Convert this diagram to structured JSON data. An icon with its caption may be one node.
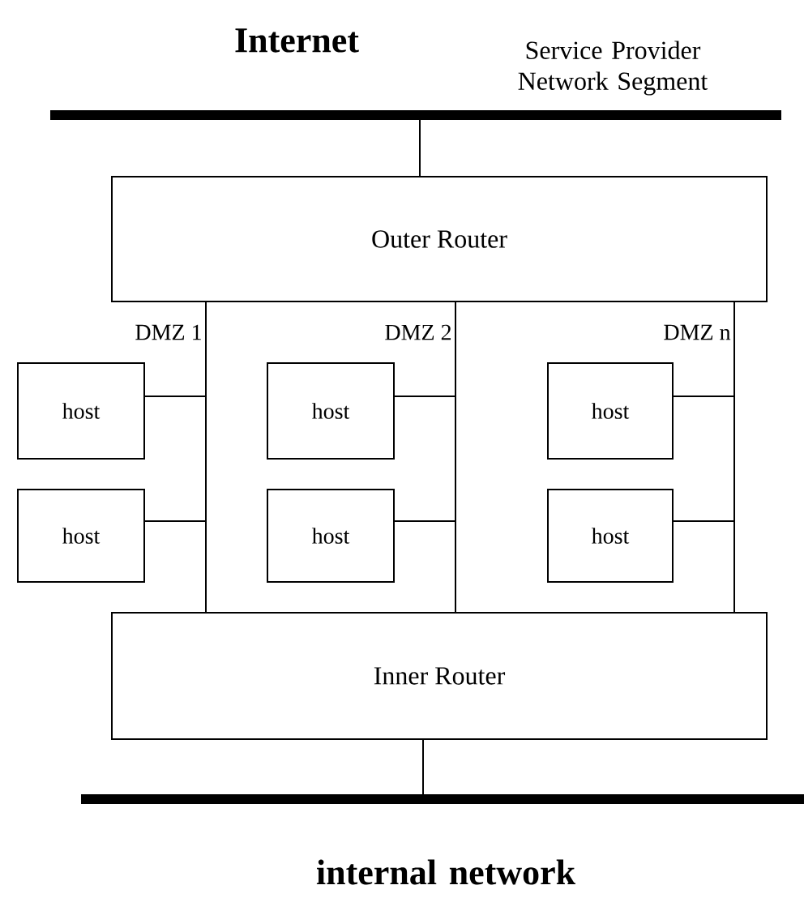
{
  "diagram": {
    "nodes": [
      {
        "text": [],
        "shape": "bar"
      },
      {
        "text": [
          "Outer Router"
        ]
      },
      {
        "text": [
          "host"
        ]
      },
      {
        "text": [
          "host"
        ]
      },
      {
        "text": [
          "host"
        ]
      },
      {
        "text": [
          "host"
        ]
      },
      {
        "text": [
          "host"
        ]
      },
      {
        "text": [
          "host"
        ]
      },
      {
        "text": [
          "Inner Router"
        ]
      },
      {
        "text": [],
        "shape": "bar"
      }
    ],
    "edges": [
      {
        "from": 0,
        "to": 1,
        "arrow": "none"
      },
      {
        "from": 1,
        "to": 8,
        "arrow": "none",
        "label": "DMZ 1"
      },
      {
        "from": 1,
        "to": 8,
        "arrow": "none",
        "label": "DMZ 2"
      },
      {
        "from": 1,
        "to": 8,
        "arrow": "none",
        "label": "DMZ n"
      },
      {
        "from": 2,
        "to": 1,
        "arrow": "none"
      },
      {
        "from": 3,
        "to": 1,
        "arrow": "none"
      },
      {
        "from": 4,
        "to": 1,
        "arrow": "none"
      },
      {
        "from": 5,
        "to": 1,
        "arrow": "none"
      },
      {
        "from": 6,
        "to": 1,
        "arrow": "none"
      },
      {
        "from": 7,
        "to": 1,
        "arrow": "none"
      },
      {
        "from": 8,
        "to": 9,
        "arrow": "none"
      }
    ],
    "labels": [
      "Internet",
      "Service Provider Network Segment",
      "internal network"
    ]
  }
}
